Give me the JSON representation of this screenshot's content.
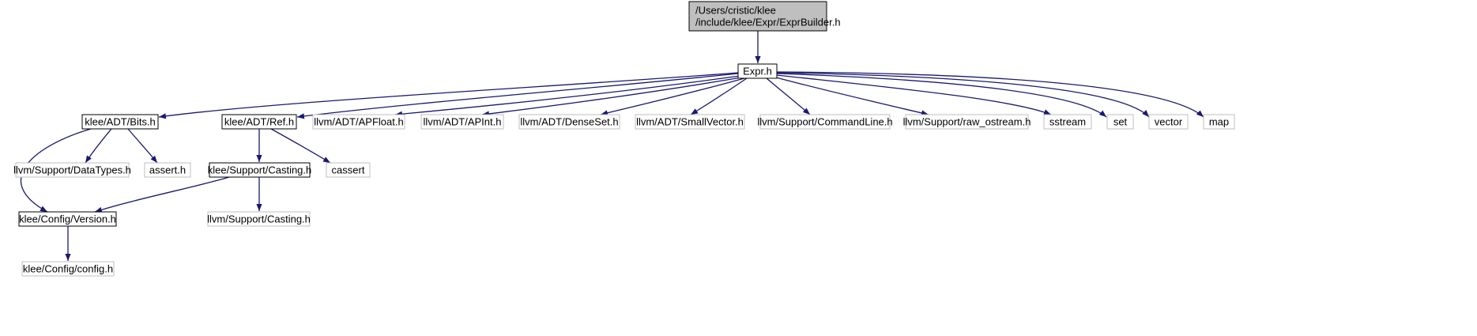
{
  "colors": {
    "edge": "#191970",
    "root_fill": "#bfbfbf",
    "root_stroke": "#000000",
    "documented_stroke": "#000000",
    "external_stroke": "#bfbfbf",
    "node_fill": "#ffffff",
    "text": "#000000"
  },
  "nodes": {
    "root": {
      "lines": [
        "/Users/cristic/klee",
        "/include/klee/Expr/ExprBuilder.h"
      ],
      "kind": "root"
    },
    "expr": {
      "lines": [
        "Expr.h"
      ],
      "kind": "documented"
    },
    "bits": {
      "lines": [
        "klee/ADT/Bits.h"
      ],
      "kind": "documented"
    },
    "ref": {
      "lines": [
        "klee/ADT/Ref.h"
      ],
      "kind": "documented"
    },
    "apfloat": {
      "lines": [
        "llvm/ADT/APFloat.h"
      ],
      "kind": "external"
    },
    "apint": {
      "lines": [
        "llvm/ADT/APInt.h"
      ],
      "kind": "external"
    },
    "denseset": {
      "lines": [
        "llvm/ADT/DenseSet.h"
      ],
      "kind": "external"
    },
    "smallvector": {
      "lines": [
        "llvm/ADT/SmallVector.h"
      ],
      "kind": "external"
    },
    "commandline": {
      "lines": [
        "llvm/Support/CommandLine.h"
      ],
      "kind": "external"
    },
    "rawostream": {
      "lines": [
        "llvm/Support/raw_ostream.h"
      ],
      "kind": "external"
    },
    "sstream": {
      "lines": [
        "sstream"
      ],
      "kind": "external"
    },
    "set": {
      "lines": [
        "set"
      ],
      "kind": "external"
    },
    "vector": {
      "lines": [
        "vector"
      ],
      "kind": "external"
    },
    "map": {
      "lines": [
        "map"
      ],
      "kind": "external"
    },
    "datatypes": {
      "lines": [
        "llvm/Support/DataTypes.h"
      ],
      "kind": "external"
    },
    "asserth": {
      "lines": [
        "assert.h"
      ],
      "kind": "external"
    },
    "kcasting": {
      "lines": [
        "klee/Support/Casting.h"
      ],
      "kind": "documented"
    },
    "cassert": {
      "lines": [
        "cassert"
      ],
      "kind": "external"
    },
    "version": {
      "lines": [
        "klee/Config/Version.h"
      ],
      "kind": "documented"
    },
    "lcasting": {
      "lines": [
        "llvm/Support/Casting.h"
      ],
      "kind": "external"
    },
    "config": {
      "lines": [
        "klee/Config/config.h"
      ],
      "kind": "external"
    }
  },
  "edges": [
    [
      "root",
      "expr"
    ],
    [
      "expr",
      "bits"
    ],
    [
      "expr",
      "ref"
    ],
    [
      "expr",
      "apfloat"
    ],
    [
      "expr",
      "apint"
    ],
    [
      "expr",
      "denseset"
    ],
    [
      "expr",
      "smallvector"
    ],
    [
      "expr",
      "commandline"
    ],
    [
      "expr",
      "rawostream"
    ],
    [
      "expr",
      "sstream"
    ],
    [
      "expr",
      "set"
    ],
    [
      "expr",
      "vector"
    ],
    [
      "expr",
      "map"
    ],
    [
      "bits",
      "datatypes"
    ],
    [
      "bits",
      "asserth"
    ],
    [
      "bits",
      "version"
    ],
    [
      "ref",
      "kcasting"
    ],
    [
      "ref",
      "cassert"
    ],
    [
      "kcasting",
      "version"
    ],
    [
      "kcasting",
      "lcasting"
    ],
    [
      "version",
      "config"
    ]
  ]
}
